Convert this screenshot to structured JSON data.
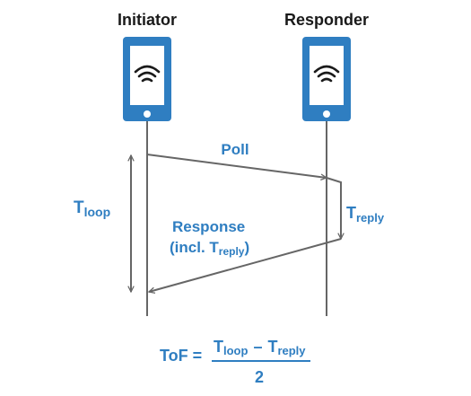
{
  "actors": {
    "initiator": "Initiator",
    "responder": "Responder"
  },
  "messages": {
    "poll": "Poll",
    "response_line1": "Response",
    "response_line2_prefix": "(incl. T",
    "response_line2_sub": "reply",
    "response_line2_suffix": ")"
  },
  "timing": {
    "t_loop_base": "T",
    "t_loop_sub": "loop",
    "t_reply_base": "T",
    "t_reply_sub": "reply"
  },
  "formula": {
    "lhs": "ToF =",
    "num_a_base": "T",
    "num_a_sub": "loop",
    "minus": "–",
    "num_b_base": "T",
    "num_b_sub": "reply",
    "denominator": "2"
  },
  "colors": {
    "accent": "#2f7ec1",
    "line": "#666666",
    "text": "#1a1a1a"
  },
  "icons": {
    "device": "smartphone-icon",
    "signal": "wifi-icon"
  }
}
